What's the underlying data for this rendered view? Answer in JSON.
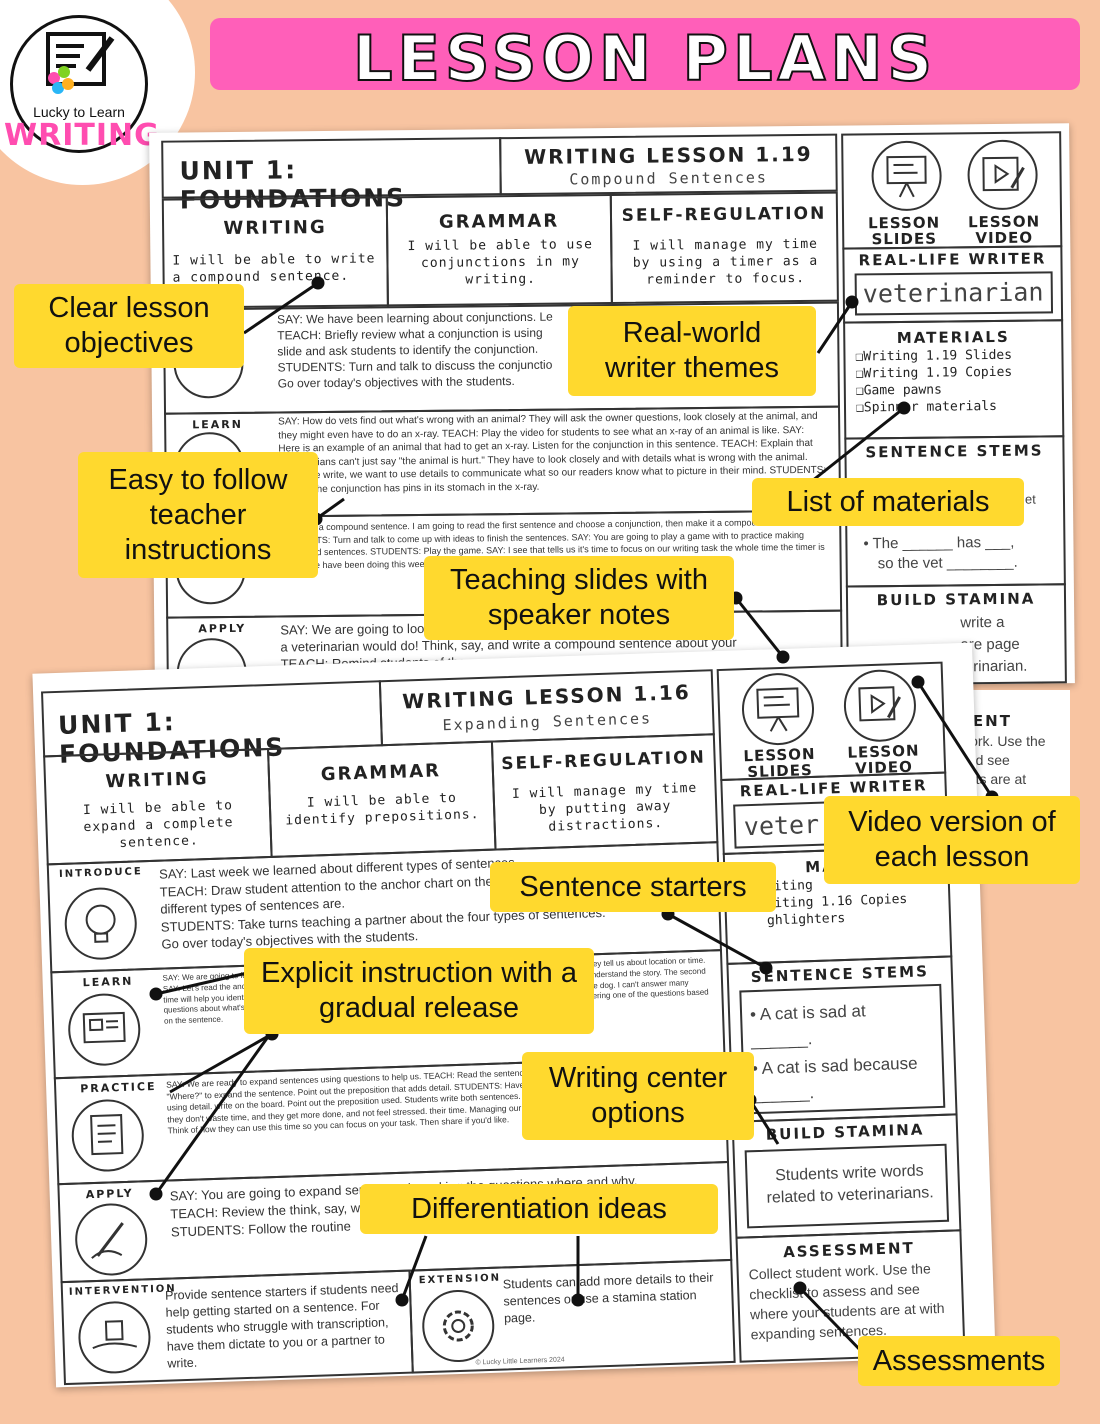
{
  "banner": {
    "title": "LESSON PLANS"
  },
  "logo": {
    "line1": "Lucky to Learn",
    "line2": "WRITING"
  },
  "back_sheet": {
    "unit_title": "UNIT 1: FOUNDATIONS",
    "lesson_title": "WRITING LESSON 1.19",
    "lesson_subtitle": "Compound Sentences",
    "writing": {
      "heading": "WRITING",
      "objective": "I will be able to write a compound sentence."
    },
    "grammar": {
      "heading": "GRAMMAR",
      "objective": "I will be able to use conjunctions in my writing."
    },
    "self_regulation": {
      "heading": "SELF-REGULATION",
      "objective": "I will manage my time by using a timer as a reminder to focus."
    },
    "introduce_text": "SAY: We have been learning about conjunctions. Le\nTEACH: Briefly review what a conjunction is using\nslide and ask students to identify the conjunction.\nSTUDENTS: Turn and talk to discuss the conjunctio\nGo over today's objectives with the students.",
    "learn_label": "LEARN",
    "learn_text": "SAY: How do vets find out what's wrong with an animal? They will ask the owner questions, look closely at the animal, and they might even have to do an x-ray. TEACH: Play the video for students to see what an x-ray of an animal is like. SAY: Here is an example of an animal that had to get an x-ray. Listen for the conjunction in this sentence. TEACH: Explain that veterinarians can't just say \"the animal is hurt.\" They have to look closely and with details what is wrong with the animal. When we write, we want to use details to communicate what so our readers know what to picture in their mind. STUDENTS: Identify the conjunction has pins in its stomach in the x-ray.",
    "practice_text": "me make a compound sentence. I am going to read the first sentence and choose a conjunction, then make it a compound sentence. STUDENTS: Turn and talk to come up with ideas to finish the sentences. SAY: You are going to play a game with to practice making compound sentences. STUDENTS: Play the game. SAY: I see that tells us it's time to focus on our writing task the whole time the timer is going. We have been doing this week managing their time.",
    "apply_label": "APPLY",
    "apply_text": "SAY: We are going to look\na veterinarian would do! Think, say, and write a compound sentence about your\nTEACH: Remind students of the",
    "lesson_slides": "LESSON SLIDES",
    "lesson_video": "LESSON VIDEO",
    "real_life_writer_heading": "REAL-LIFE WRITER",
    "real_life_writer": "veterinarian",
    "materials_heading": "MATERIALS",
    "materials": [
      "Writing 1.19 Slides",
      "Writing 1.19 Copies",
      "Game pawns",
      "Spinner materials"
    ],
    "sentence_stems_heading": "SENTENCE STEMS",
    "stem_fragment": "et",
    "stem_2a": "The",
    "stem_2b": "has",
    "stem_2c": "so the vet",
    "build_stamina_heading": "BUILD STAMINA",
    "build_stamina_text": "write a\nare page\nterinarian.",
    "assessment_fragment": "MENT",
    "assessment_text": "work. Use the\nand see\nents are at"
  },
  "front_sheet": {
    "unit_title": "UNIT 1: FOUNDATIONS",
    "lesson_title": "WRITING LESSON 1.16",
    "lesson_subtitle": "Expanding Sentences",
    "writing": {
      "heading": "WRITING",
      "objective": "I will be able to expand a complete sentence."
    },
    "grammar": {
      "heading": "GRAMMAR",
      "objective": "I will be able to identify prepositions."
    },
    "self_regulation": {
      "heading": "SELF-REGULATION",
      "objective": "I will manage my time by putting away distractions."
    },
    "introduce_label": "INTRODUCE",
    "introduce_text": "SAY: Last week we learned about different types of sentences.\nTEACH: Draw student attention to the anchor chart on the slide. Remind them what the 4\ndifferent types of sentences are.\nSTUDENTS: Take turns teaching a partner about the four types of sentences.\nGo over today's objectives with the students.",
    "learn_label": "LEARN",
    "learn_text": "SAY: We are going to learn about prepositions. A preposition connects the noun or pronoun to the rest of the sentence. They tell us about location or time. SAY: Let's read the anchor chart and slide and discuss the examples. Read the paragraph aloud. The first time is just to understand the story. The second time will help you identify the preposition in each sentence. SAY: Listen to me read a sentence. The veterinarian helped the dog. I can't answer many questions about what's happening. SAY: I will read the sentence again with more details. Read the sentence. Model answering one of the questions based on the sentence.",
    "practice_label": "PRACTICE",
    "practice_text": "SAY: We are ready to expand sentences using questions to help us. TEACH: Read the sentence on the slide. Model thinking about the question \"Where?\" to expand the sentence. Point out the preposition that adds detail. STUDENTS: Have students brainstorm how to expand the sentence using detail. write on the board. Point out the preposition used. Students write both sentences. writers do is manage their time! That means that they don't waste time, and they get more done, and not feel stressed. their time. Managing our time can help us focus on our task. STUDENTS: Think of how they can use this time so you can focus on your task. Then share if you'd like.",
    "apply_label": "APPLY",
    "apply_text": "SAY: You are going to expand sentences by asking the questions where and why.\nTEACH: Review the think, say, write, check routine as shown on the slide.\nSTUDENTS: Follow the routine",
    "intervention_label": "INTERVENTION",
    "intervention_text": "Provide sentence starters if students need help getting started on a sentence. For students who struggle with transcription, have them dictate to you or a partner to write.",
    "extension_label": "EXTENSION",
    "extension_text": "Students can add more details to their sentences or use a stamina station page.",
    "lesson_slides": "LESSON SLIDES",
    "lesson_video": "LESSON VIDEO",
    "real_life_writer_heading": "REAL-LIFE WRITER",
    "real_life_writer": "veter",
    "materials_fragment": "MA",
    "materials_lines": [
      "riting",
      "riting 1.16 Copies",
      "ghlighters"
    ],
    "sentence_stems_heading": "SENTENCE STEMS",
    "stem_1": "A cat is sad at ______.",
    "stem_2": "A cat is sad because ______.",
    "build_stamina_heading": "BUILD STAMINA",
    "build_stamina_text": "Students write words related to veterinarians.",
    "assessment_heading": "ASSESSMENT",
    "assessment_text": "Collect student work. Use the checklist to assess and see where your students are at with expanding sentences.",
    "copyright": "© Lucky Little Learners 2024"
  },
  "callouts": {
    "objectives": "Clear lesson objectives",
    "real_world": "Real-world writer themes",
    "teacher_instructions": "Easy to follow teacher instructions",
    "materials": "List of materials",
    "teaching_slides": "Teaching slides with speaker notes",
    "video": "Video version of each lesson",
    "sentence_starters": "Sentence starters",
    "explicit": "Explicit instruction with a gradual release",
    "writing_center": "Writing center options",
    "differentiation": "Differentiation ideas",
    "assessments": "Assessments"
  },
  "colors": {
    "background": "#f8c4a1",
    "banner": "#ff5fb9",
    "callout": "#ffd92e",
    "logo_text": "#ff4db0"
  }
}
